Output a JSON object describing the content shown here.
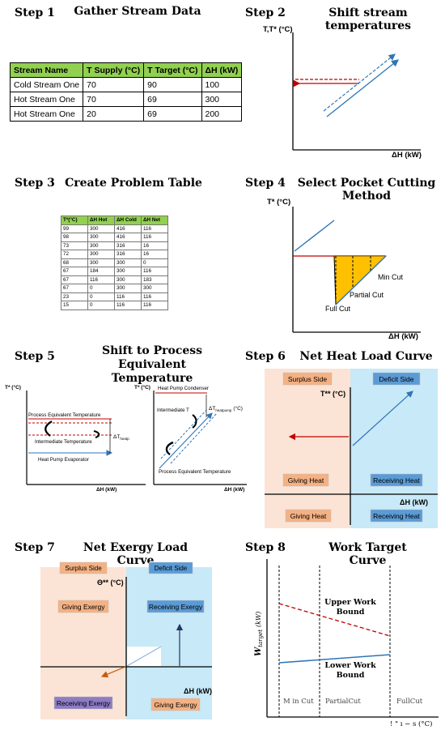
{
  "steps": [
    {
      "num": "Step 1",
      "title": "Gather Stream Data"
    },
    {
      "num": "Step 2",
      "title": "Shift stream temperatures"
    },
    {
      "num": "Step 3",
      "title": "Create Problem Table"
    },
    {
      "num": "Step 4",
      "title": "Select Pocket Cutting Method"
    },
    {
      "num": "Step 5",
      "title_line1": "Shift to Process Equivalent",
      "title_line2": "Temperature"
    },
    {
      "num": "Step 6",
      "title": "Net Heat Load Curve"
    },
    {
      "num": "Step 7",
      "title": "Net Exergy Load Curve"
    },
    {
      "num": "Step 8",
      "title": "Work Target Curve"
    }
  ],
  "stream_table": {
    "headers": [
      "Stream Name",
      "T Supply (°C)",
      "T Target (°C)",
      "ΔH (kW)"
    ],
    "rows": [
      [
        "Cold Stream One",
        "70",
        "90",
        "100"
      ],
      [
        "Hot Stream One",
        "70",
        "69",
        "300"
      ],
      [
        "Hot Stream One",
        "20",
        "69",
        "200"
      ]
    ]
  },
  "problem_table": {
    "headers": [
      "T*(°C)",
      "ΔH Hot",
      "ΔH Cold",
      "ΔH Net"
    ],
    "rows": [
      [
        "99",
        "300",
        "416",
        "116"
      ],
      [
        "98",
        "300",
        "416",
        "116"
      ],
      [
        "73",
        "300",
        "316",
        "16"
      ],
      [
        "72",
        "300",
        "316",
        "16"
      ],
      [
        "68",
        "300",
        "300",
        "0"
      ],
      [
        "67",
        "184",
        "300",
        "116"
      ],
      [
        "67",
        "116",
        "300",
        "183"
      ],
      [
        "67",
        "0",
        "300",
        "300"
      ],
      [
        "23",
        "0",
        "116",
        "116"
      ],
      [
        "15",
        "0",
        "116",
        "116"
      ]
    ]
  },
  "step2": {
    "ylabel": "T,T* (°C)",
    "xlabel": "ΔH (kW)"
  },
  "step4": {
    "ylabel": "T* (°C)",
    "xlabel": "ΔH (kW)",
    "min_cut": "Min Cut",
    "partial_cut": "Partial Cut",
    "full_cut": "Full Cut"
  },
  "step5": {
    "left": {
      "ylabel": "T* (°C)",
      "xlabel": "ΔH (kW)",
      "pet": "Process Equivalent Temperature",
      "it": "Intermediate Temperature",
      "hpe": "Heat Pump Evaporator",
      "dt": "ΔT",
      "dt_sub": "heatp"
    },
    "right": {
      "ylabel": "T* (°C)",
      "xlabel": "ΔH (kW)",
      "hpc": "Heat Pump Condenser",
      "it": "Intermediate T",
      "pet": "Process Equivalent Temperature",
      "dt": "ΔT",
      "dt_sub": "heatpump",
      "dt_unit": "(°C)"
    }
  },
  "step6": {
    "surplus": "Surplus Side",
    "deficit": "Deficit Side",
    "ylabel": "T** (°C)",
    "xlabel": "ΔH (kW)",
    "giving_top": "Giving Heat",
    "receiving_top": "Receiving Heat",
    "giving_bottom": "Giving Heat",
    "receiving_bottom": "Receiving Heat"
  },
  "step7": {
    "surplus": "Surplus Side",
    "deficit": "Deficit Side",
    "ylabel": "Θ** (°C)",
    "xlabel": "ΔH (kW)",
    "giving_top": "Giving Exergy",
    "receiving_top": "Receiving Exergy",
    "receiving_bottom": "Receiving Exergy",
    "giving_bottom": "Giving Exergy"
  },
  "step8": {
    "ylabel_main": "W",
    "ylabel_sub": "target",
    "ylabel_unit": "(kW)",
    "upper1": "Upper Work",
    "upper2": "Bound",
    "lower1": "Lower Work",
    "lower2": "Bound",
    "min_cut": "M in Cut",
    "partial_cut": "PartialCut",
    "full_cut": "FullCut",
    "xlabel": "! \" ı − s (°C)"
  },
  "colors": {
    "green_header": "#92d050",
    "blue_line": "#2e75b6",
    "red_line": "#c00000",
    "orange_fill": "#ffc000",
    "peach_bg": "#fbe4d5",
    "light_blue_bg": "#c8e9f7",
    "orange_label": "#f4b183",
    "blue_label": "#5b9bd5",
    "purple_label": "#8e7cc3"
  }
}
